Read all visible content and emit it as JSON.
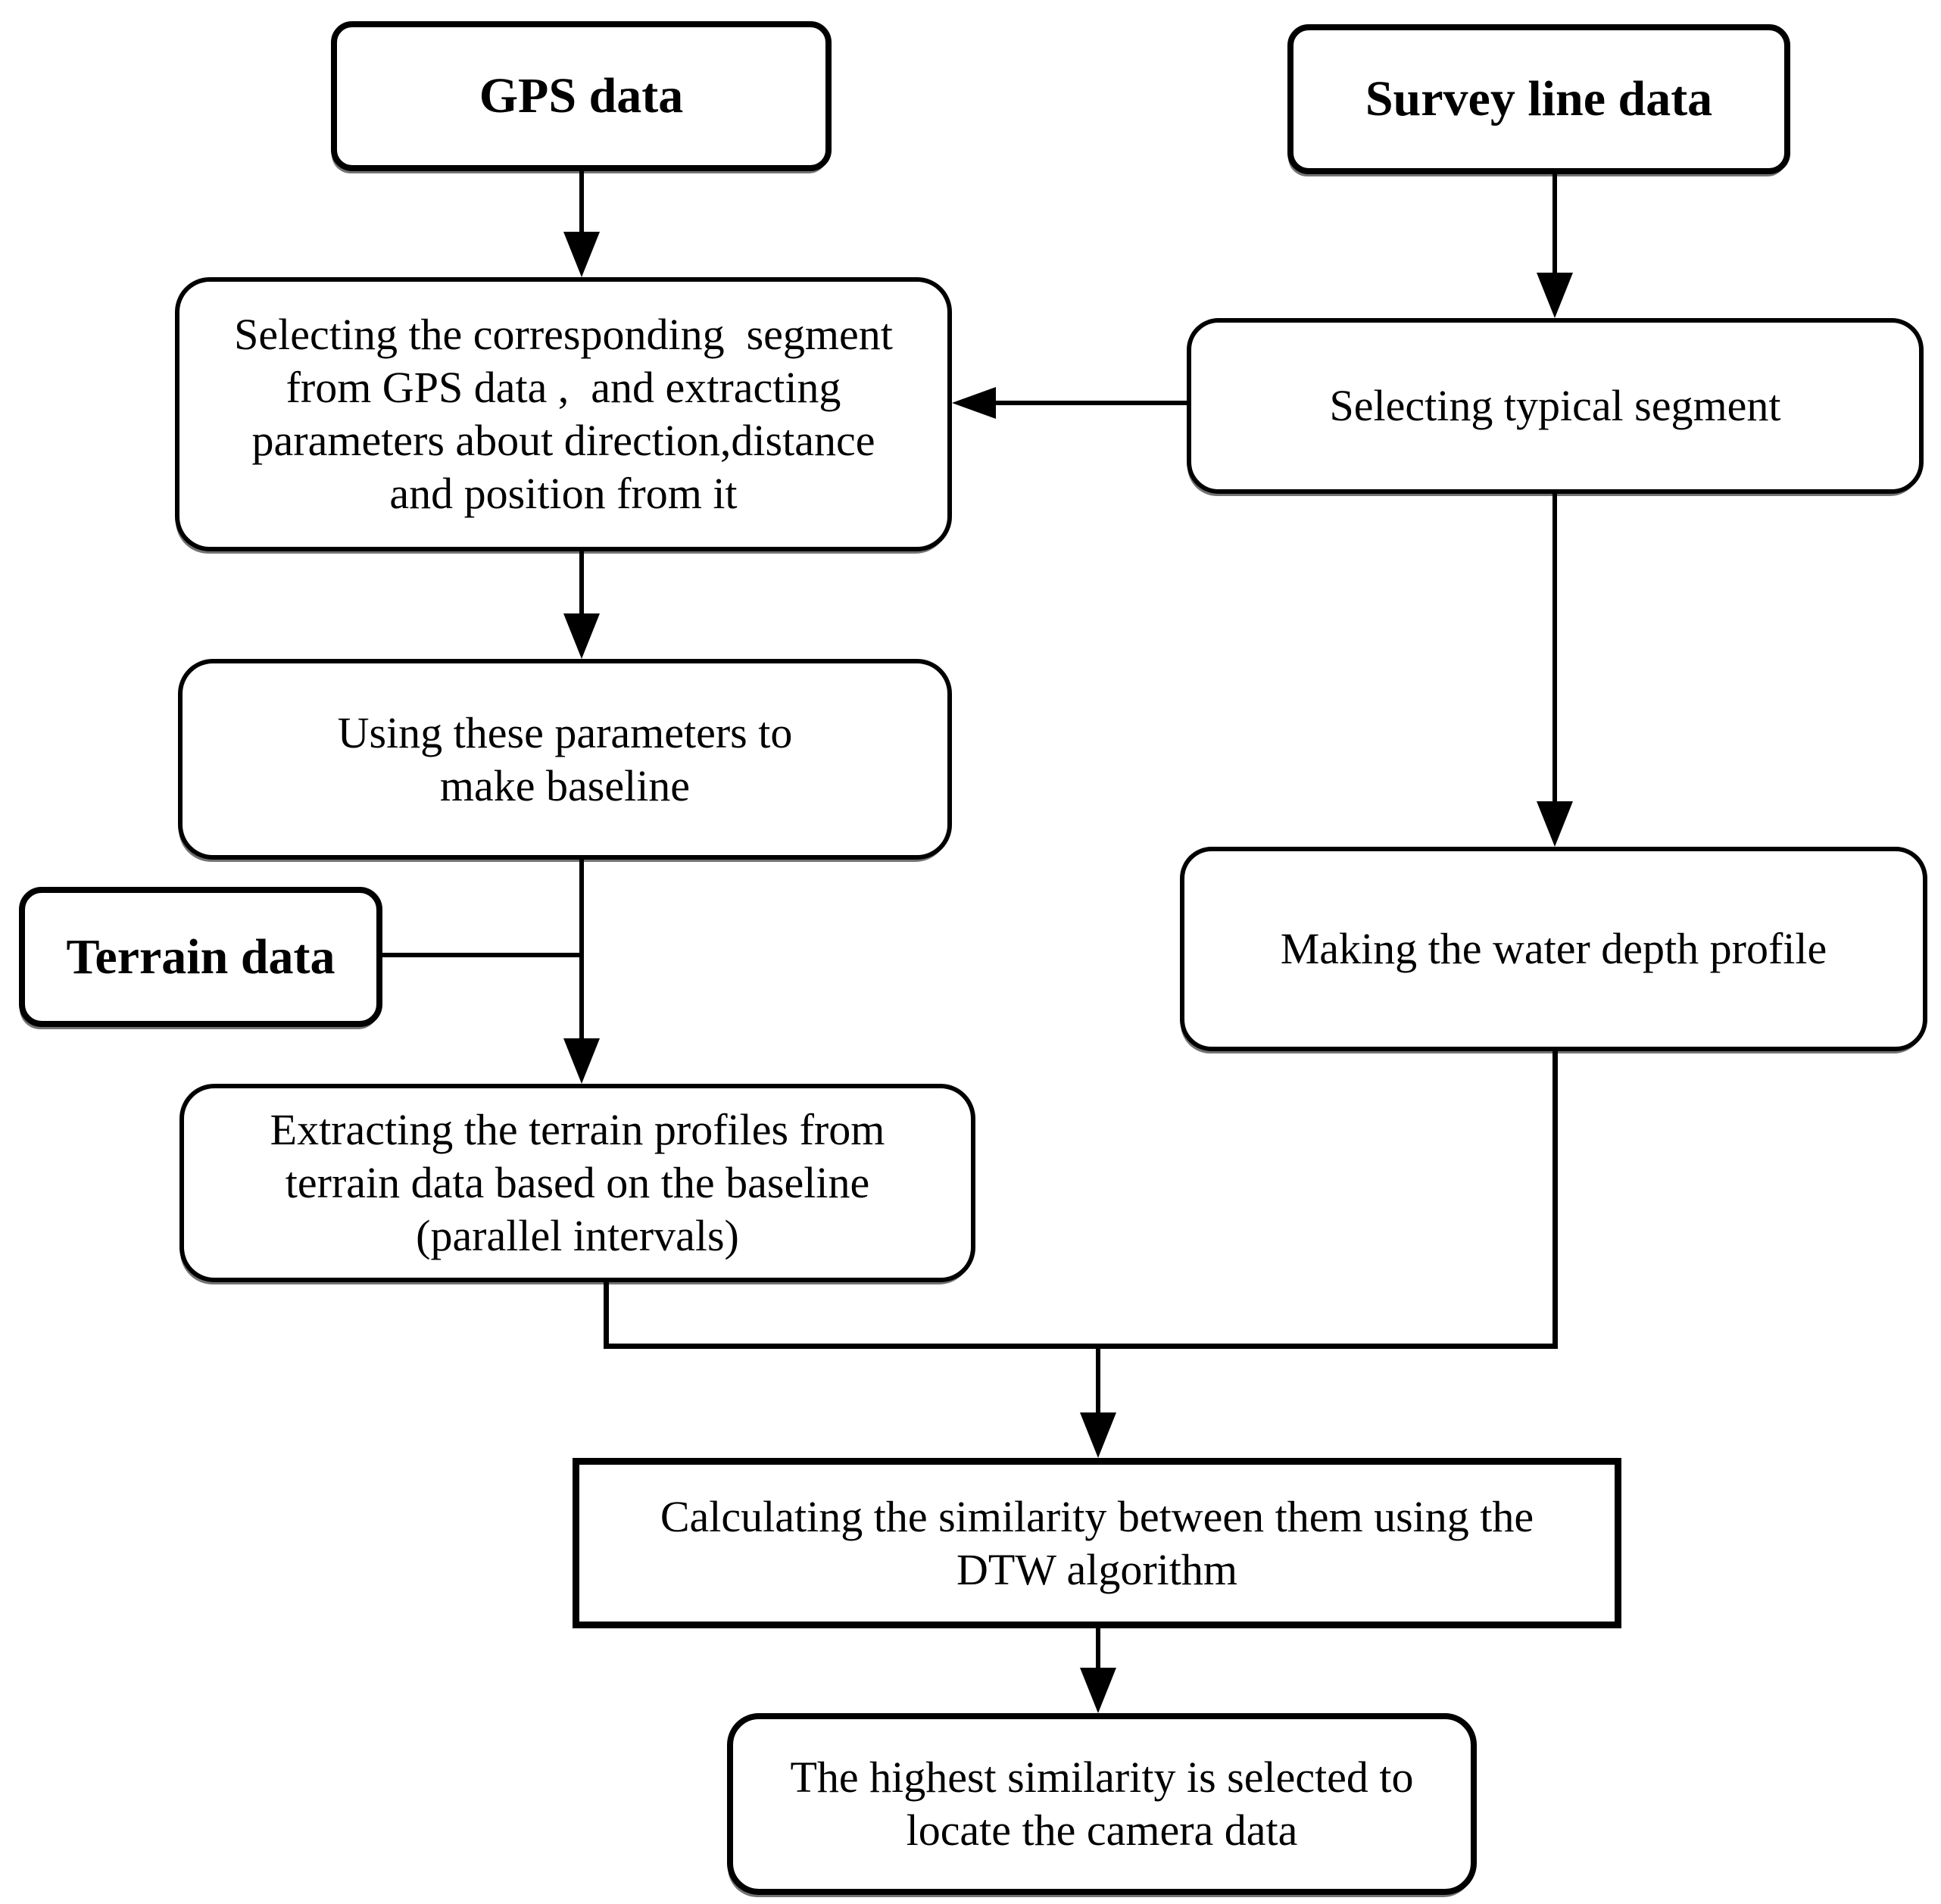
{
  "diagram": {
    "background": "#ffffff",
    "ink": "#000000",
    "nodes": {
      "gps_data": {
        "lines": [
          "GPS data"
        ]
      },
      "survey_line_data": {
        "lines": [
          "Survey line data"
        ]
      },
      "selecting_segment": {
        "lines": [
          "Selecting the corresponding  segment",
          "from GPS data ,  and extracting",
          "parameters about direction,distance",
          "and position from it"
        ]
      },
      "selecting_typical": {
        "lines": [
          "Selecting typical segment"
        ]
      },
      "using_parameters": {
        "lines": [
          "Using these parameters to",
          "make baseline"
        ]
      },
      "terrain_data": {
        "lines": [
          "Terrain data"
        ]
      },
      "extracting_profiles": {
        "lines": [
          "Extracting the terrain profiles from",
          "terrain data based on the baseline",
          "(parallel intervals)"
        ]
      },
      "making_profile": {
        "lines": [
          "Making the water depth profile"
        ]
      },
      "calculating_similarity": {
        "lines": [
          "Calculating the similarity between them using the",
          "DTW algorithm"
        ]
      },
      "highest_similarity": {
        "lines": [
          "The highest similarity is selected to",
          "locate the camera data"
        ]
      }
    }
  }
}
